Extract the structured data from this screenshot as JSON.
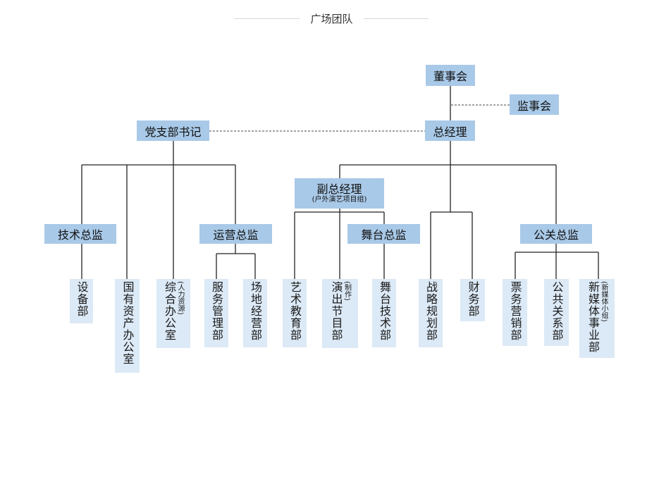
{
  "page": {
    "title": "广场团队"
  },
  "nodes": {
    "board": "董事会",
    "supervisors": "监事会",
    "party_secretary": "党支部书记",
    "gm": "总经理",
    "deputy_gm": "副总经理",
    "deputy_gm_note": "(户外演艺项目组)",
    "tech_director": "技术总监",
    "ops_director": "运营总监",
    "stage_director": "舞台总监",
    "pr_director": "公关总监"
  },
  "departments": {
    "equipment": "设备部",
    "state_assets": "国有资产办公室",
    "general_office": "综合办公室",
    "general_office_note": "(人力资源)",
    "service_mgmt": "服务管理部",
    "venue_ops": "场地经营部",
    "art_edu": "艺术教育部",
    "show_program": "演出节目部",
    "show_program_note": "(制作)",
    "stage_tech": "舞台技术部",
    "strategy": "战略规划部",
    "finance": "财务部",
    "ticketing": "票务营销部",
    "public_relations": "公共关系部",
    "new_media": "新媒体事业部",
    "new_media_note": "(新媒体小组)"
  }
}
